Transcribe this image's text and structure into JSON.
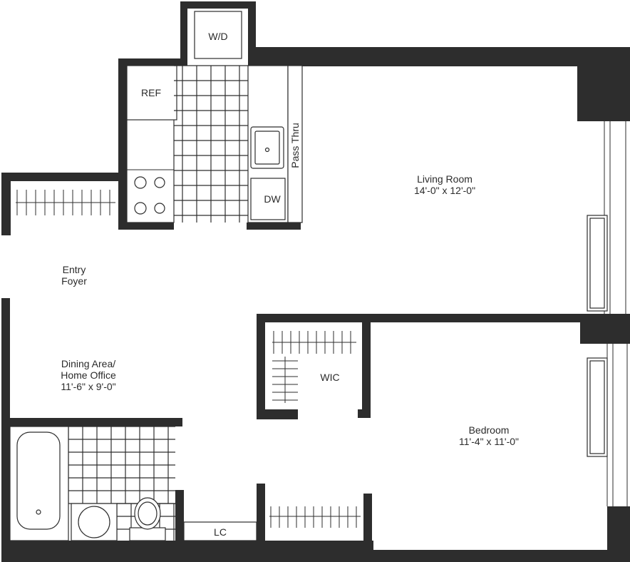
{
  "rooms": {
    "washer_dryer": "W/D",
    "refrigerator": "REF",
    "pass_thru": "Pass Thru",
    "dishwasher": "DW",
    "living_room": {
      "name": "Living Room",
      "size": "14'-0\" x 12'-0\""
    },
    "entry": {
      "line1": "Entry",
      "line2": "Foyer"
    },
    "dining": {
      "line1": "Dining Area/",
      "line2": "Home Office",
      "size": "11'-6\" x 9'-0\""
    },
    "wic": "WIC",
    "bedroom": {
      "name": "Bedroom",
      "size": "11'-4\" x 11'-0\""
    },
    "linen_closet": "LC"
  },
  "colors": {
    "wall": "#2d2d2d",
    "background": "#ffffff"
  }
}
